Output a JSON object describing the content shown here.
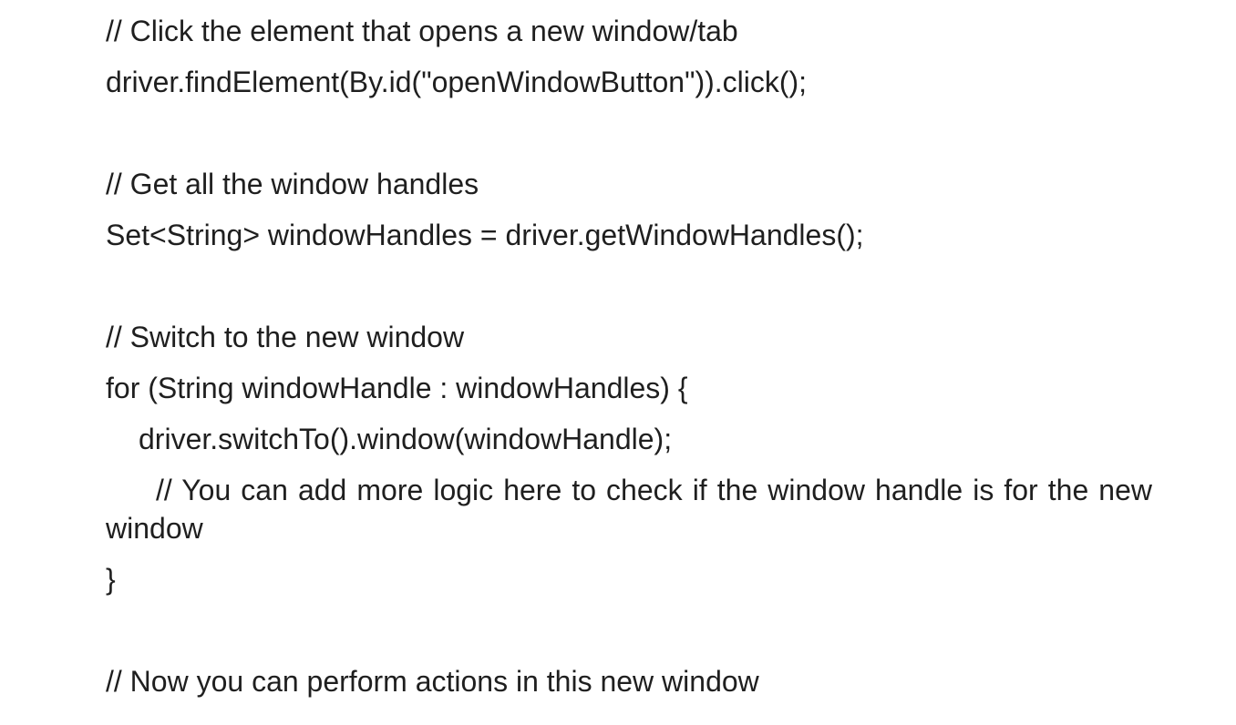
{
  "colors": {
    "background": "#ffffff",
    "text": "#1f1f1f"
  },
  "content": {
    "lines": [
      {
        "text": "// Click the element that opens a new window/tab"
      },
      {
        "text": "driver.findElement(By.id(\"openWindowButton\")).click();"
      },
      {
        "text": ""
      },
      {
        "text": "// Get all the window handles"
      },
      {
        "text": "Set<String> windowHandles = driver.getWindowHandles();"
      },
      {
        "text": ""
      },
      {
        "text": "// Switch to the new window"
      },
      {
        "text": "for (String windowHandle : windowHandles) {"
      },
      {
        "text": "driver.switchTo().window(windowHandle);"
      },
      {
        "text": "// You can add more logic here to check if the window handle is for the new window"
      },
      {
        "text": "}"
      },
      {
        "text": ""
      },
      {
        "text": "// Now you can perform actions in this new window"
      }
    ]
  }
}
